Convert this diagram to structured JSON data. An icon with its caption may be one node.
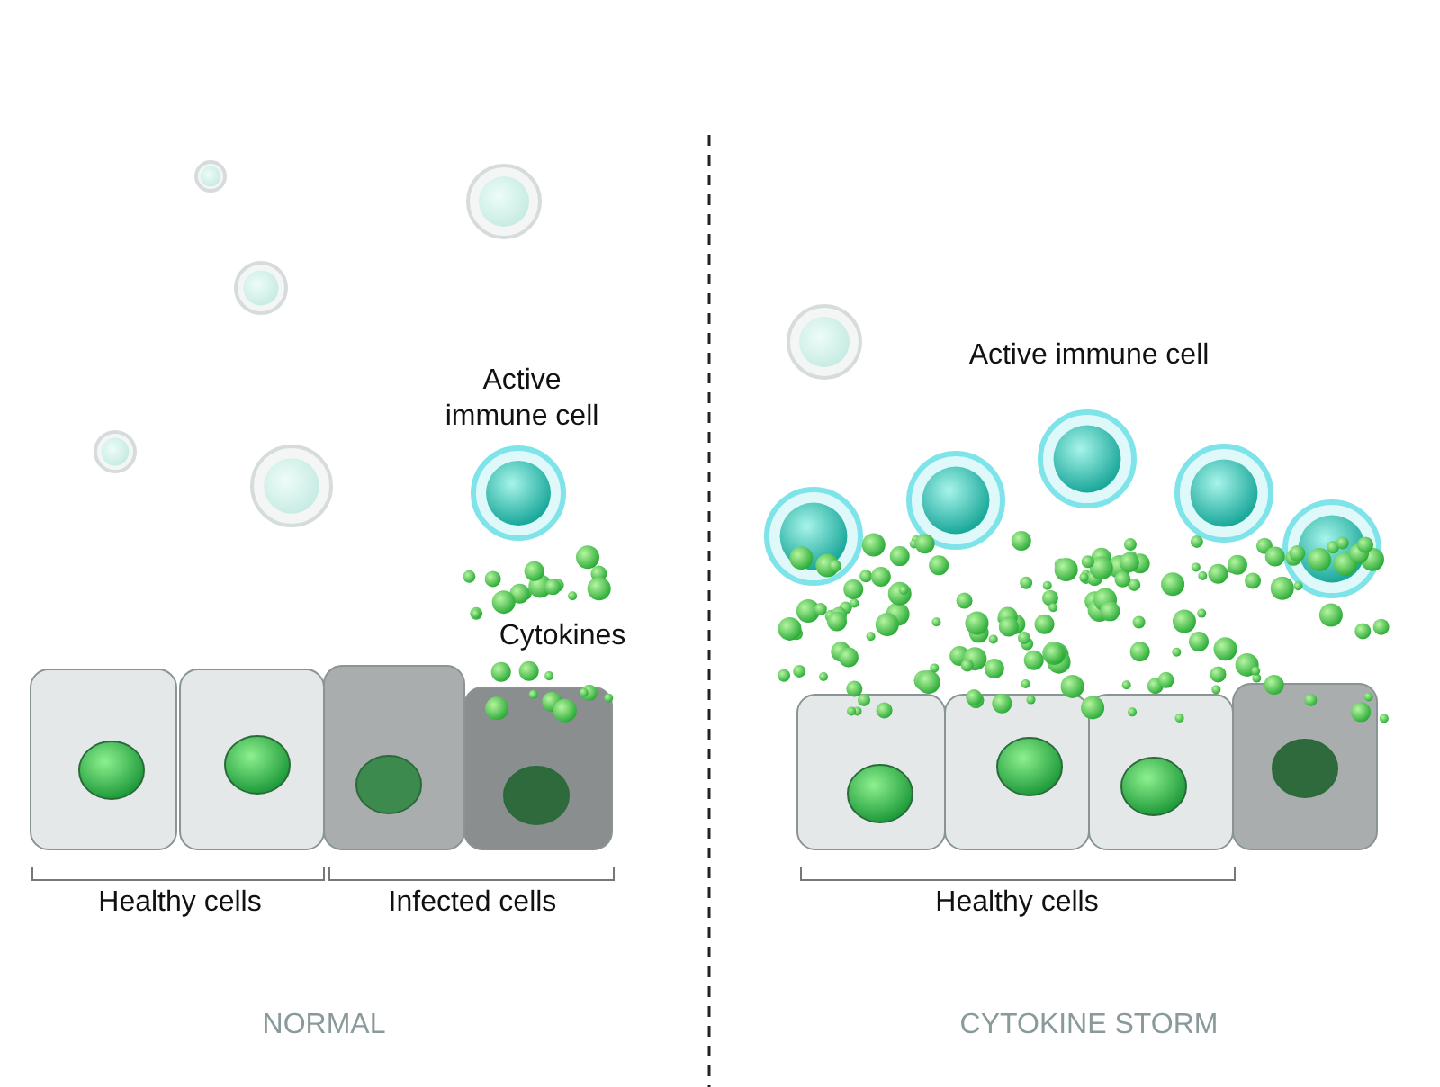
{
  "diagram": {
    "labels": [
      "Active immune cell",
      "Cytokines",
      "Healthy cells",
      "Infected cells",
      "NORMAL",
      "Active immune cell",
      "Healthy cells",
      "CYTOKINE STORM"
    ]
  }
}
